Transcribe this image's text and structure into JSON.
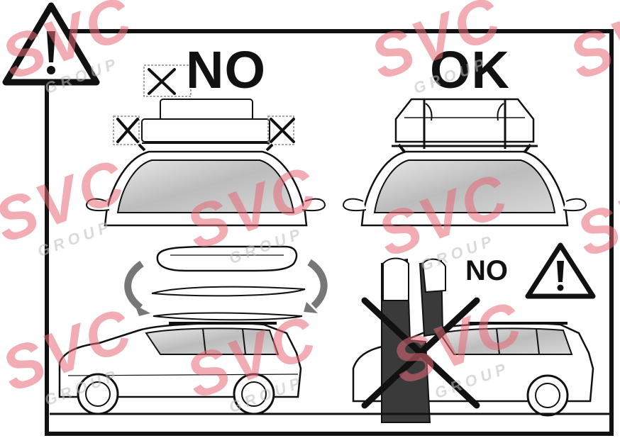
{
  "labels": {
    "no_top": "NO",
    "ok_top": "OK",
    "no_bottom": "NO"
  },
  "watermark": {
    "brand": "SVC",
    "subtitle": "GROUP",
    "color": "#e66a78"
  },
  "icons": [
    "warning-triangle-icon",
    "cross-mark-icon",
    "big-cross-icon"
  ],
  "colors": {
    "ink": "#111111",
    "frame": "#111111",
    "glass": "#cfcfcf"
  }
}
